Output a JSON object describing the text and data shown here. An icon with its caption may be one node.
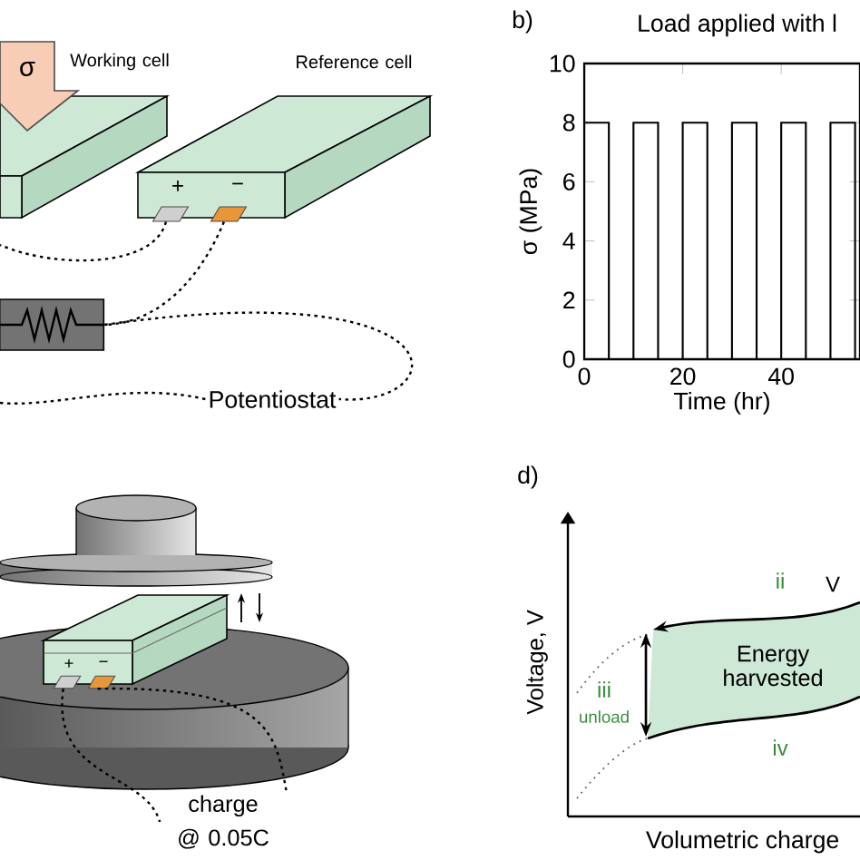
{
  "diagram": {
    "nodes": [
      {
        "text": [
          "σ"
        ]
      },
      {
        "text": [],
        "shape": "box"
      },
      {
        "text": [],
        "shape": "box"
      },
      {
        "text": [],
        "shape": "box"
      },
      {
        "text": [],
        "shape": "box"
      },
      {
        "text": [],
        "shape": "box"
      },
      {
        "text": [
          "Potentiostat"
        ]
      },
      {
        "text": [],
        "shape": "box"
      },
      {
        "text": [],
        "shape": "box"
      },
      {
        "text": [],
        "shape": "box"
      },
      {
        "text": [
          "charge @ 0.05C"
        ]
      },
      {
        "text": [
          "Energy harvested"
        ]
      }
    ],
    "edges": [
      {
        "from": 3,
        "to": null,
        "arrow": "none",
        "style": "dashed"
      },
      {
        "from": 4,
        "to": 5,
        "arrow": "none",
        "style": "dashed"
      },
      {
        "from": 5,
        "to": 6,
        "arrow": "none",
        "style": "dashed"
      },
      {
        "from": 6,
        "to": null,
        "arrow": "none",
        "style": "dashed"
      },
      {
        "from": 8,
        "to": 10,
        "arrow": "none",
        "style": "dashed"
      },
      {
        "from": 9,
        "to": 10,
        "arrow": "none",
        "style": "dashed"
      }
    ],
    "labels": [
      "Working cell",
      "Reference cell",
      "b)",
      "+",
      "−",
      "+",
      "−",
      "d)",
      "ii",
      "V",
      "iii",
      "unload",
      "iv",
      "Voltage, V",
      "Volumetric charge"
    ],
    "chart_data": {
      "type": "line",
      "title": "Load applied with l",
      "xlabel": "Time (hr)",
      "ylabel": "σ (MPa)",
      "x": [
        0,
        5,
        5,
        10,
        10,
        15,
        15,
        20,
        20,
        25,
        25,
        30,
        30,
        35,
        35,
        40,
        40,
        45,
        45,
        50,
        50,
        55,
        55,
        56
      ],
      "series": [
        {
          "color": "#000000",
          "values": [
            8,
            8,
            0,
            0,
            8,
            8,
            0,
            0,
            8,
            8,
            0,
            0,
            8,
            8,
            0,
            0,
            8,
            8,
            0,
            0,
            8,
            8,
            0,
            0
          ]
        }
      ],
      "xlim": [
        0,
        56
      ],
      "ylim": [
        0,
        10
      ],
      "xticks": [
        0,
        20,
        40
      ],
      "yticks": [
        0,
        2,
        4,
        6,
        8,
        10
      ]
    }
  }
}
